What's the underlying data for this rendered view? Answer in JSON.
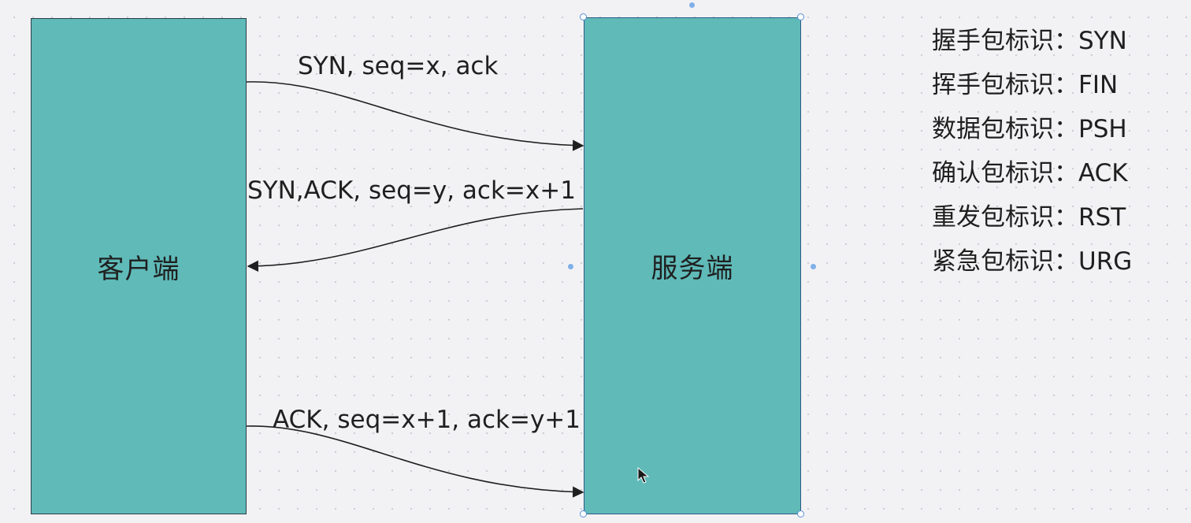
{
  "diagram": {
    "client_label": "客户端",
    "server_label": "服务端",
    "messages": [
      {
        "text": "SYN, seq=x, ack",
        "direction": "client-to-server"
      },
      {
        "text": "SYN,ACK, seq=y, ack=x+1",
        "direction": "server-to-client"
      },
      {
        "text": "ACK, seq=x+1, ack=y+1",
        "direction": "client-to-server"
      }
    ]
  },
  "legend": [
    "握手包标识：SYN",
    "挥手包标识：FIN",
    "数据包标识：PSH",
    "确认包标识：ACK",
    "重发包标识：RST",
    "紧急包标识：URG"
  ],
  "colors": {
    "box_fill": "#5fbab8",
    "background": "#f2f2f4",
    "selection": "#5b8fd6"
  },
  "icons": {
    "cursor": "mouse-pointer-icon"
  }
}
